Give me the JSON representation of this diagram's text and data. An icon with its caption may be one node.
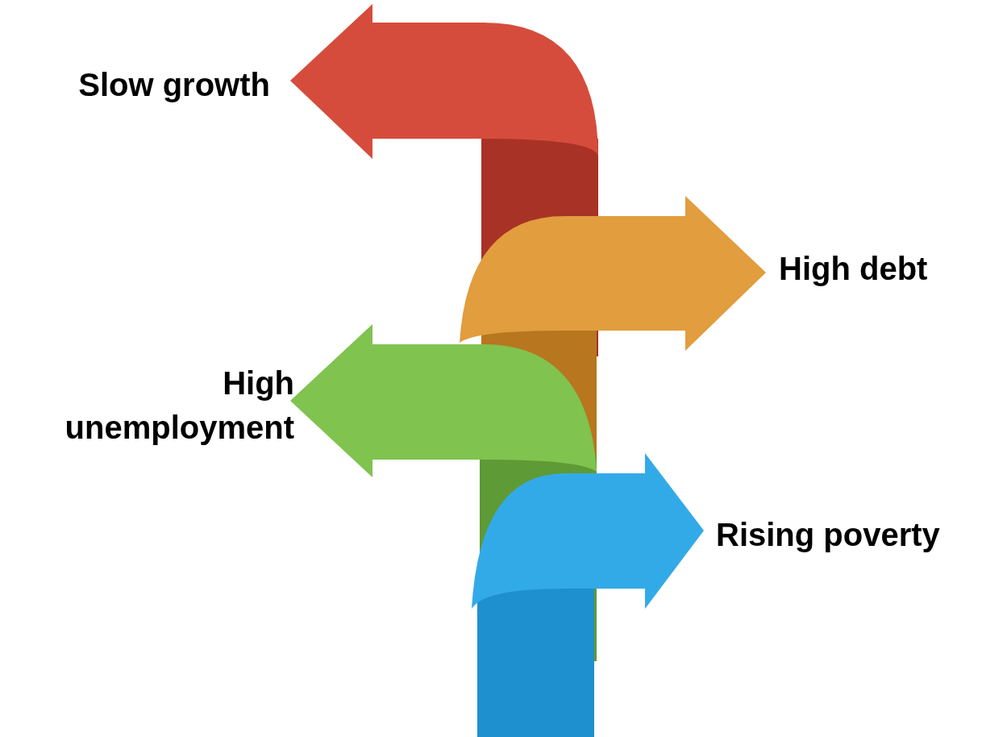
{
  "diagram": {
    "labels": [
      "Slow growth",
      "High debt",
      "High unemployment",
      "Rising poverty"
    ]
  }
}
